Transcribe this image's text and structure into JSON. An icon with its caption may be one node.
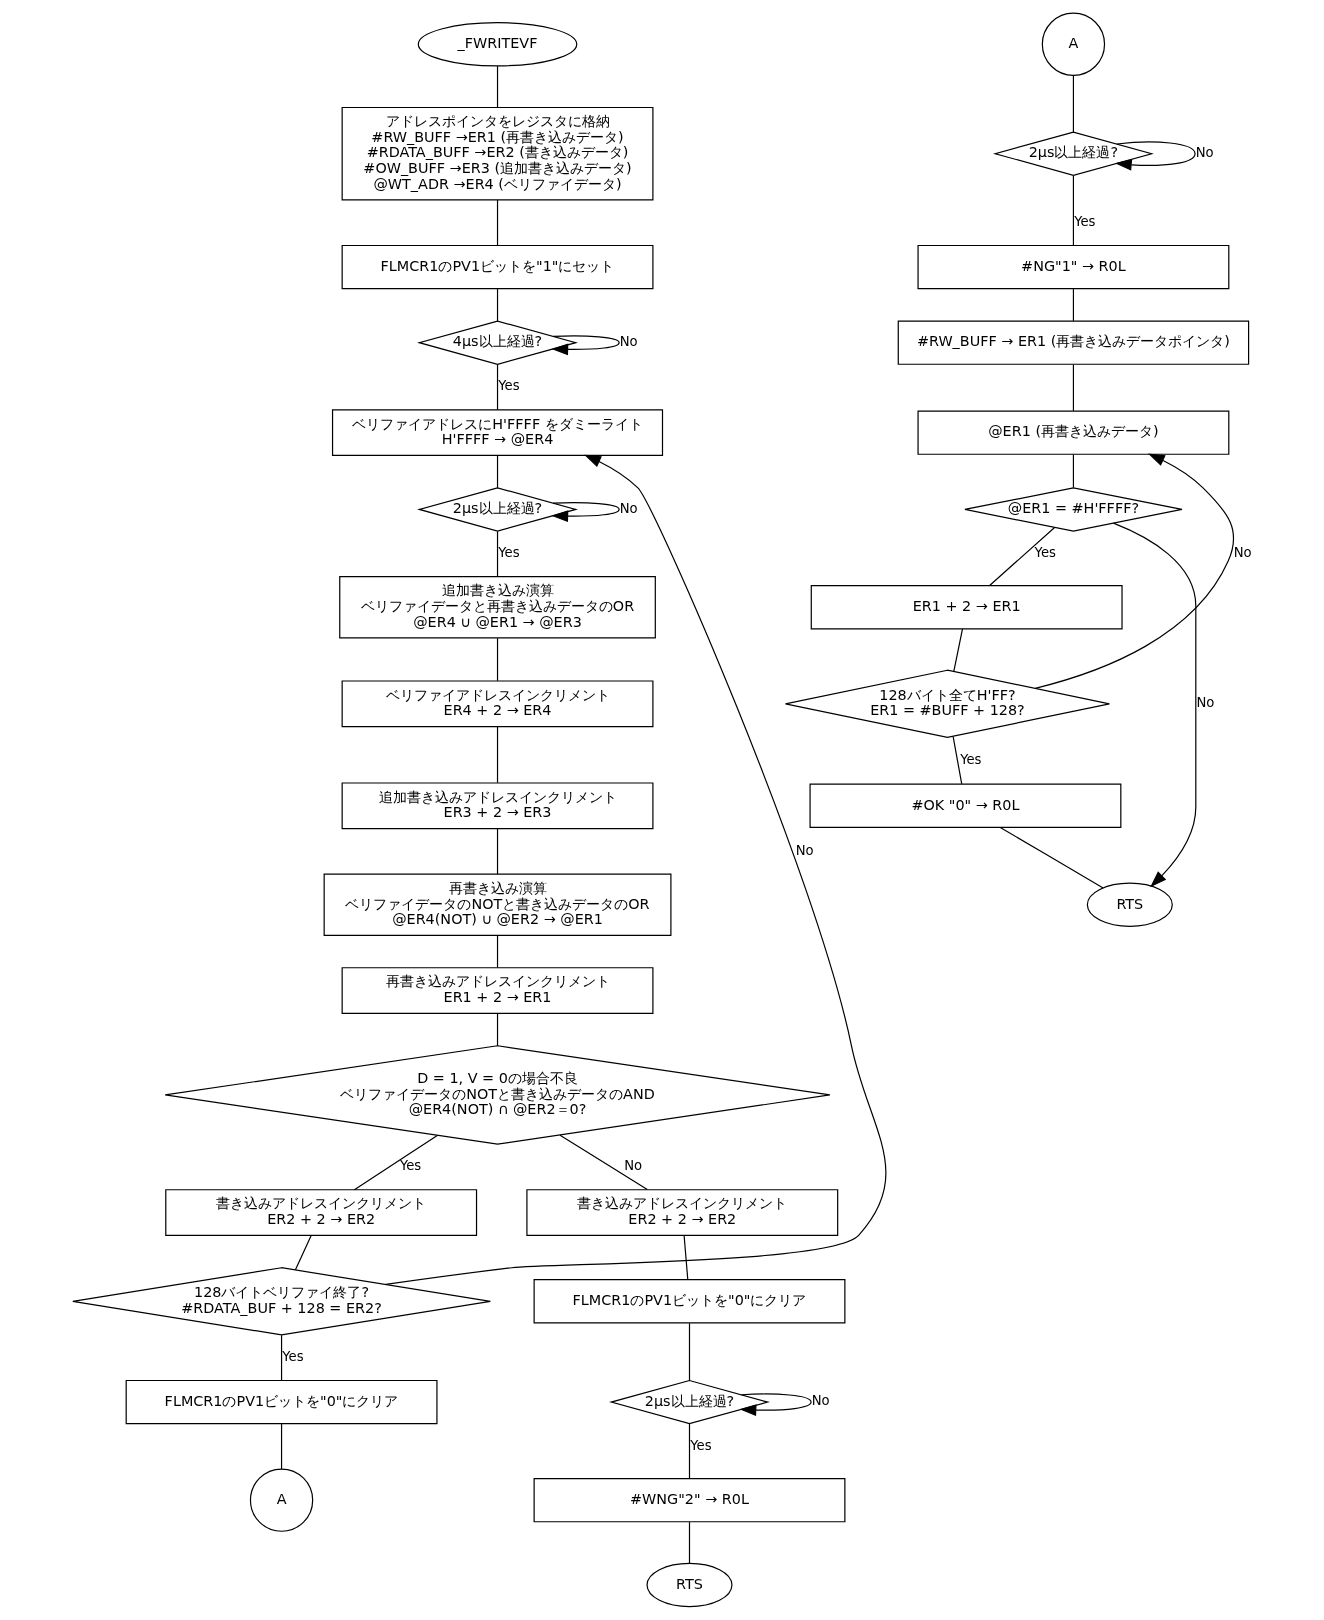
{
  "diagram": {
    "nodes": [
      {
        "text": [
          "_FWRITEVF"
        ]
      },
      {
        "text": [
          "アドレスポインタをレジスタに格納",
          "#RW_BUFF →ER1 (再書き込みデータ)",
          "#RDATA_BUFF →ER2 (書き込みデータ)",
          "#OW_BUFF →ER3 (追加書き込みデータ)",
          "@WT_ADR →ER4 (ベリファイデータ)"
        ]
      },
      {
        "text": [
          "FLMCR1のPV1ビットを\"1\"にセット"
        ]
      },
      {
        "text": [
          "4μs以上経過?"
        ]
      },
      {
        "text": [
          "ベリファイアドレスにH'FFFF をダミーライト",
          "H'FFFF → @ER4"
        ]
      },
      {
        "text": [
          "2μs以上経過?"
        ]
      },
      {
        "text": [
          "追加書き込み演算",
          "ベリファイデータと再書き込みデータのOR",
          "@ER4 ∪ @ER1 → @ER3"
        ]
      },
      {
        "text": [
          "ベリファイアドレスインクリメント",
          "ER4 + 2 → ER4"
        ]
      },
      {
        "text": [
          "追加書き込みアドレスインクリメント",
          "ER3 + 2 → ER3"
        ]
      },
      {
        "text": [
          "再書き込み演算",
          "ベリファイデータのNOTと書き込みデータのOR",
          "@ER4(NOT) ∪ @ER2 → @ER1"
        ]
      },
      {
        "text": [
          "再書き込みアドレスインクリメント",
          "ER1 + 2 → ER1"
        ]
      },
      {
        "text": [
          "D = 1, V = 0の場合不良",
          "ベリファイデータのNOTと書き込みデータのAND",
          "@ER4(NOT) ∩ @ER2＝0?"
        ]
      },
      {
        "text": [
          "書き込みアドレスインクリメント",
          "ER2 + 2 → ER2"
        ]
      },
      {
        "text": [
          "128バイトベリファイ終了?",
          "#RDATA_BUF + 128 = ER2?"
        ]
      },
      {
        "text": [
          "FLMCR1のPV1ビットを\"0\"にクリア"
        ]
      },
      {
        "text": [
          "A"
        ]
      },
      {
        "text": [
          "書き込みアドレスインクリメント",
          "ER2 + 2 → ER2"
        ]
      },
      {
        "text": [
          "FLMCR1のPV1ビットを\"0\"にクリア"
        ]
      },
      {
        "text": [
          "2μs以上経過?"
        ]
      },
      {
        "text": [
          "#WNG\"2\" → R0L"
        ]
      },
      {
        "text": [
          "RTS"
        ]
      },
      {
        "text": [
          "A"
        ]
      },
      {
        "text": [
          "2μs以上経過?"
        ]
      },
      {
        "text": [
          "#NG\"1\" → R0L"
        ]
      },
      {
        "text": [
          "#RW_BUFF → ER1 (再書き込みデータポインタ)"
        ]
      },
      {
        "text": [
          "@ER1 (再書き込みデータ)"
        ]
      },
      {
        "text": [
          "@ER1 = #H'FFFF?"
        ]
      },
      {
        "text": [
          "ER1 + 2 → ER1"
        ]
      },
      {
        "text": [
          "128バイト全てH'FF?",
          "ER1 = #BUFF + 128?"
        ]
      },
      {
        "text": [
          "#OK \"0\" → R0L"
        ]
      },
      {
        "text": [
          "RTS"
        ]
      }
    ],
    "edges": [
      {
        "from": 0,
        "to": 1,
        "arrow": "none"
      },
      {
        "from": 1,
        "to": 2,
        "arrow": "none"
      },
      {
        "from": 2,
        "to": 3,
        "arrow": "none"
      },
      {
        "from": 3,
        "to": 3,
        "label": "No",
        "arrow": "to"
      },
      {
        "from": 3,
        "to": 4,
        "label": "Yes",
        "arrow": "none"
      },
      {
        "from": 4,
        "to": 5,
        "arrow": "none"
      },
      {
        "from": 5,
        "to": 5,
        "label": "No",
        "arrow": "to"
      },
      {
        "from": 5,
        "to": 6,
        "label": "Yes",
        "arrow": "none"
      },
      {
        "from": 6,
        "to": 7,
        "arrow": "none"
      },
      {
        "from": 7,
        "to": 8,
        "arrow": "none"
      },
      {
        "from": 8,
        "to": 9,
        "arrow": "none"
      },
      {
        "from": 9,
        "to": 10,
        "arrow": "none"
      },
      {
        "from": 10,
        "to": 11,
        "arrow": "none"
      },
      {
        "from": 11,
        "to": 16,
        "label": "No",
        "arrow": "none"
      },
      {
        "from": 11,
        "to": 12,
        "label": "Yes",
        "arrow": "none"
      },
      {
        "from": 12,
        "to": 13,
        "arrow": "none"
      },
      {
        "from": 13,
        "to": 4,
        "label": "No",
        "arrow": "to"
      },
      {
        "from": 13,
        "to": 14,
        "label": "Yes",
        "arrow": "none"
      },
      {
        "from": 14,
        "to": 15,
        "arrow": "none"
      },
      {
        "from": 16,
        "to": 17,
        "arrow": "none"
      },
      {
        "from": 17,
        "to": 18,
        "arrow": "none"
      },
      {
        "from": 18,
        "to": 18,
        "label": "No",
        "arrow": "to"
      },
      {
        "from": 18,
        "to": 19,
        "label": "Yes",
        "arrow": "none"
      },
      {
        "from": 19,
        "to": 20,
        "arrow": "none"
      },
      {
        "from": 21,
        "to": 22,
        "arrow": "none"
      },
      {
        "from": 22,
        "to": 22,
        "label": "No",
        "arrow": "to"
      },
      {
        "from": 22,
        "to": 23,
        "label": "Yes",
        "arrow": "none"
      },
      {
        "from": 23,
        "to": 24,
        "arrow": "none"
      },
      {
        "from": 24,
        "to": 25,
        "arrow": "none"
      },
      {
        "from": 25,
        "to": 26,
        "arrow": "none"
      },
      {
        "from": 26,
        "to": 30,
        "label": "No",
        "arrow": "to"
      },
      {
        "from": 26,
        "to": 27,
        "label": "Yes",
        "arrow": "none"
      },
      {
        "from": 27,
        "to": 28,
        "arrow": "none"
      },
      {
        "from": 28,
        "to": 25,
        "label": "No",
        "arrow": "to"
      },
      {
        "from": 28,
        "to": 29,
        "label": "Yes",
        "arrow": "none"
      },
      {
        "from": 29,
        "to": 30,
        "arrow": "none"
      }
    ]
  }
}
